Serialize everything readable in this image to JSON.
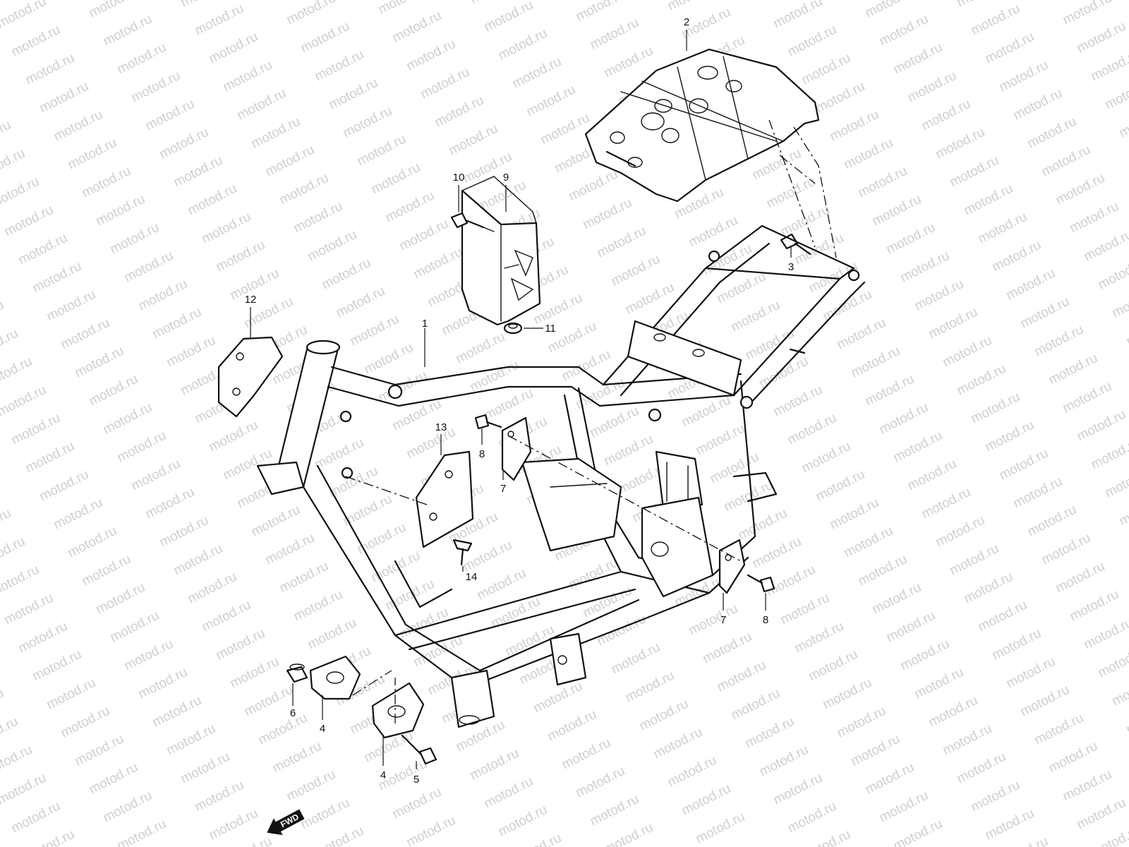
{
  "diagram": {
    "watermark": "motod.ru",
    "fwd_label": "FWD",
    "callouts": [
      {
        "id": "c1",
        "text": "1"
      },
      {
        "id": "c2",
        "text": "2"
      },
      {
        "id": "c3",
        "text": "3"
      },
      {
        "id": "c4a",
        "text": "4"
      },
      {
        "id": "c4b",
        "text": "4"
      },
      {
        "id": "c5",
        "text": "5"
      },
      {
        "id": "c6",
        "text": "6"
      },
      {
        "id": "c7a",
        "text": "7"
      },
      {
        "id": "c7b",
        "text": "7"
      },
      {
        "id": "c8a",
        "text": "8"
      },
      {
        "id": "c8b",
        "text": "8"
      },
      {
        "id": "c9",
        "text": "9"
      },
      {
        "id": "c10",
        "text": "10"
      },
      {
        "id": "c11",
        "text": "11"
      },
      {
        "id": "c12",
        "text": "12"
      },
      {
        "id": "c13",
        "text": "13"
      },
      {
        "id": "c14",
        "text": "14"
      }
    ]
  }
}
